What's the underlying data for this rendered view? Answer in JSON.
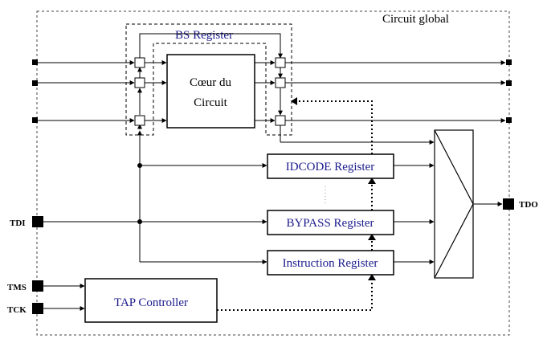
{
  "title": "Circuit global",
  "bs_register": {
    "label": "BS Register"
  },
  "core": {
    "line1": "Cœur du",
    "line2": "Circuit"
  },
  "registers": {
    "idcode": "IDCODE Register",
    "bypass": "BYPASS Register",
    "instruction": "Instruction Register"
  },
  "tap_controller": "TAP Controller",
  "pins": {
    "tdi": "TDI",
    "tms": "TMS",
    "tck": "TCK",
    "tdo": "TDO"
  },
  "colors": {
    "register_text": "#1a1a8c",
    "line": "#000000"
  }
}
